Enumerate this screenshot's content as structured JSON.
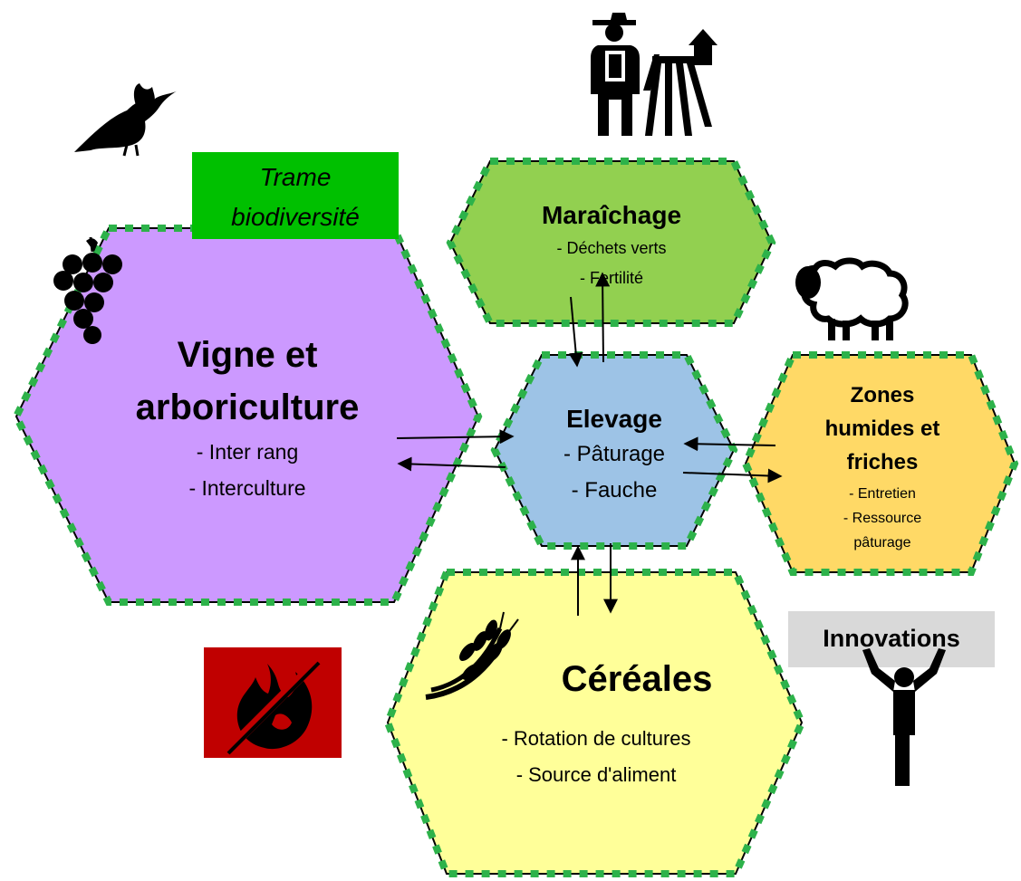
{
  "trame_label": [
    "Trame",
    "biodiversité"
  ],
  "hexagons": {
    "vigne": {
      "title": [
        "Vigne et",
        "arboriculture"
      ],
      "items": [
        "- Inter rang",
        "- Interculture"
      ],
      "fill": "#cc99ff",
      "icon": "grapes-icon"
    },
    "maraichage": {
      "title": "Maraîchage",
      "items": [
        "- Déchets verts",
        "- Fertilité"
      ],
      "fill": "#92d050",
      "icon": "farmer-icon"
    },
    "elevage": {
      "title": "Elevage",
      "items": [
        "- Pâturage",
        "- Fauche"
      ],
      "fill": "#9dc3e6",
      "icon": "sheep-icon"
    },
    "zones": {
      "title": [
        "Zones",
        "humides et",
        "friches"
      ],
      "items": [
        "- Entretien",
        "- Ressource",
        "pâturage"
      ],
      "fill": "#ffd966",
      "icon": "sheep-icon"
    },
    "cereales": {
      "title": "Céréales",
      "items": [
        "- Rotation de cultures",
        "- Source d'aliment"
      ],
      "fill": "#ffff99",
      "icon": "wheat-icon"
    }
  },
  "innovations_label": "Innovations",
  "colors": {
    "dotted_border": "#2db24a",
    "trame_box": "#00c000",
    "no_fire_box": "#c00000",
    "innovations_box": "#d9d9d9"
  },
  "icons": [
    "hoopoe-bird-icon",
    "grapes-icon",
    "farmer-icon",
    "sheep-icon",
    "wheat-icon",
    "no-fire-icon",
    "person-arms-up-icon"
  ]
}
